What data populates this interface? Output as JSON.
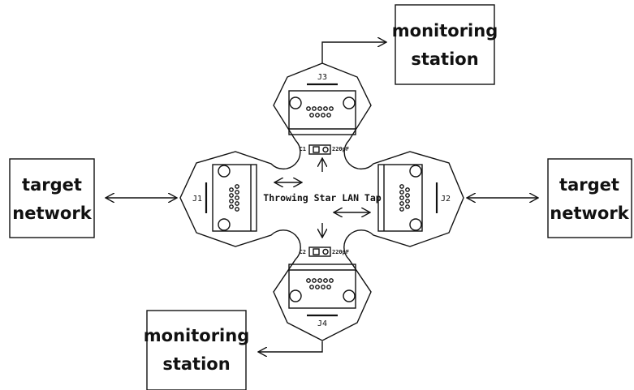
{
  "boxes": {
    "left": {
      "line1": "target",
      "line2": "network"
    },
    "right": {
      "line1": "target",
      "line2": "network"
    },
    "top": {
      "line1": "monitoring",
      "line2": "station"
    },
    "bottom": {
      "line1": "monitoring",
      "line2": "station"
    }
  },
  "board": {
    "title": "Throwing Star LAN Tap",
    "connectors": {
      "j1": "J1",
      "j2": "J2",
      "j3": "J3",
      "j4": "J4"
    },
    "capacitors": {
      "c1": {
        "ref": "C1",
        "value": "220pF"
      },
      "c2": {
        "ref": "C2",
        "value": "220pF"
      }
    }
  }
}
